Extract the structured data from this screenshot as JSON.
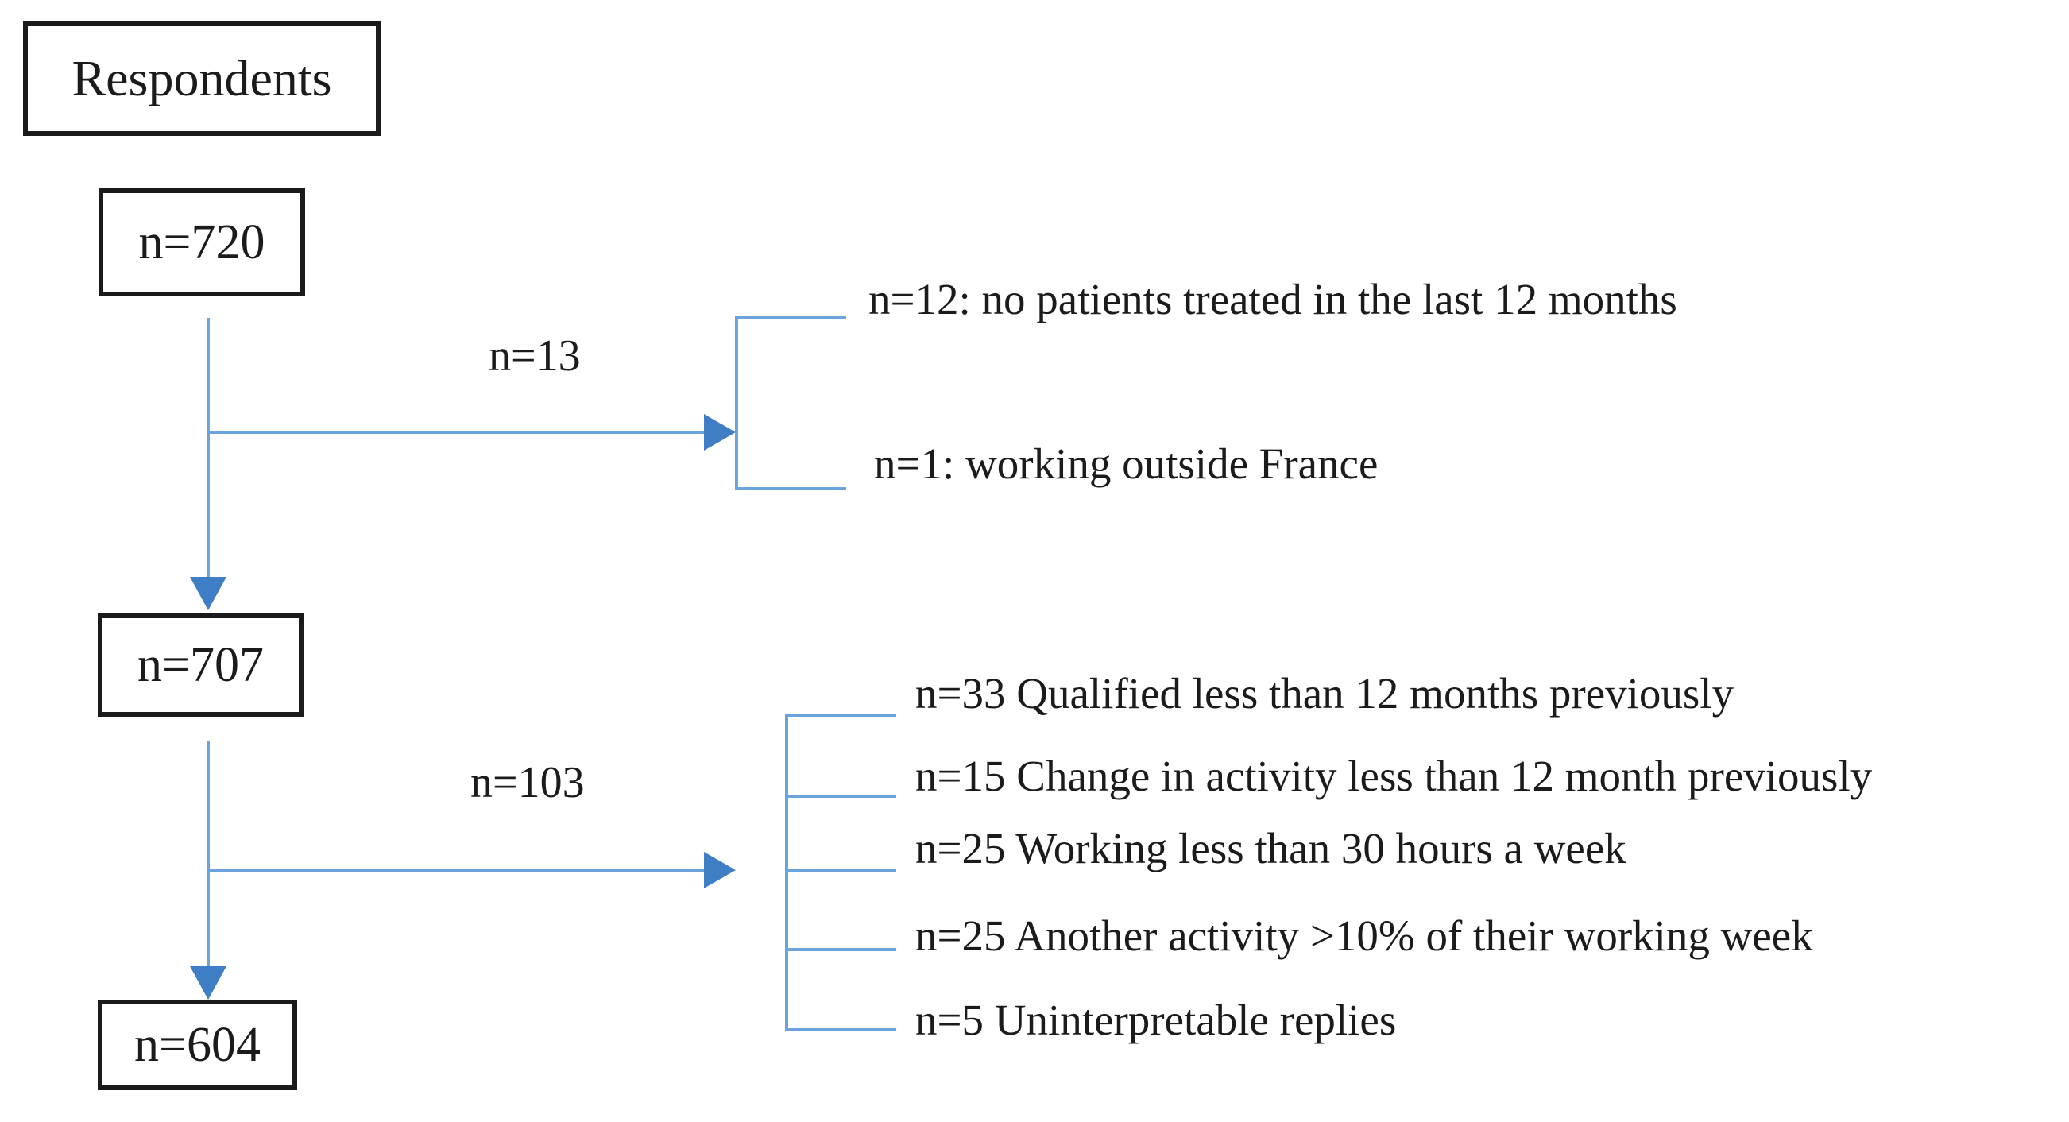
{
  "colors": {
    "bg": "#ffffff",
    "ink": "#1b1b1b",
    "line": "#6ba3dc",
    "arrow": "#3f7ec4"
  },
  "boxes": {
    "respondents": "Respondents",
    "n720": "n=720",
    "n707": "n=707",
    "n604": "n=604"
  },
  "branch1": {
    "label": "n=13",
    "items": [
      "n=12: no patients treated in the last 12 months",
      "n=1: working outside France"
    ]
  },
  "branch2": {
    "label": "n=103",
    "items": [
      "n=33 Qualified less than 12 months previously",
      "n=15 Change in activity less than 12 month previously",
      "n=25 Working less than 30 hours a week",
      "n=25 Another activity >10% of their working week",
      "n=5 Uninterpretable replies"
    ]
  },
  "flow": [
    {
      "from": "n=720",
      "to": "n=707",
      "excluded": "n=13"
    },
    {
      "from": "n=707",
      "to": "n=604",
      "excluded": "n=103"
    }
  ]
}
